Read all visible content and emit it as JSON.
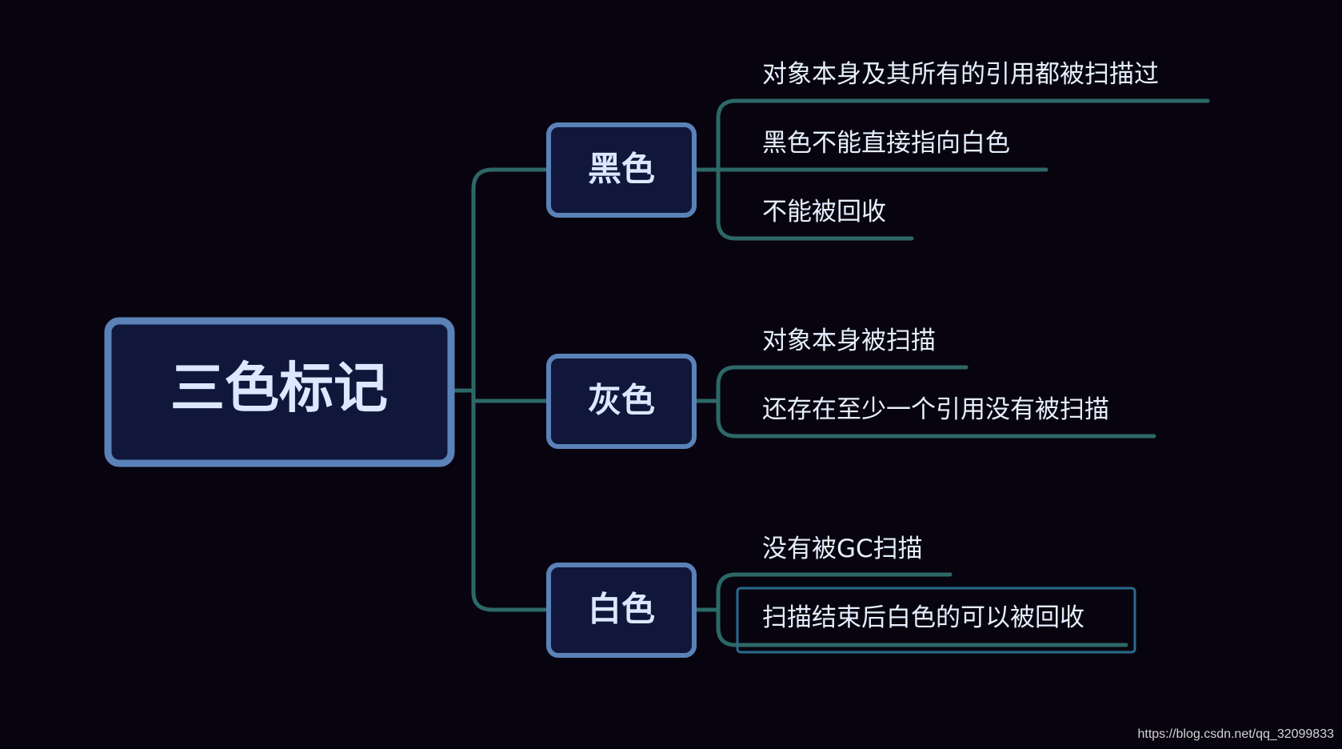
{
  "mindmap": {
    "root": {
      "label": "三色标记"
    },
    "branches": [
      {
        "label": "黑色",
        "leaves": [
          "对象本身及其所有的引用都被扫描过",
          "黑色不能直接指向白色",
          "不能被回收"
        ]
      },
      {
        "label": "灰色",
        "leaves": [
          "对象本身被扫描",
          "还存在至少一个引用没有被扫描"
        ]
      },
      {
        "label": "白色",
        "leaves": [
          "没有被GC扫描",
          "扫描结束后白色的可以被回收"
        ]
      }
    ]
  },
  "watermark": "https://blog.csdn.net/qq_32099833",
  "colors": {
    "background": "#08040f",
    "node_fill": "#10173b",
    "node_border": "#5a82b8",
    "connector": "#2c6867",
    "text": "#dbe8ff"
  }
}
